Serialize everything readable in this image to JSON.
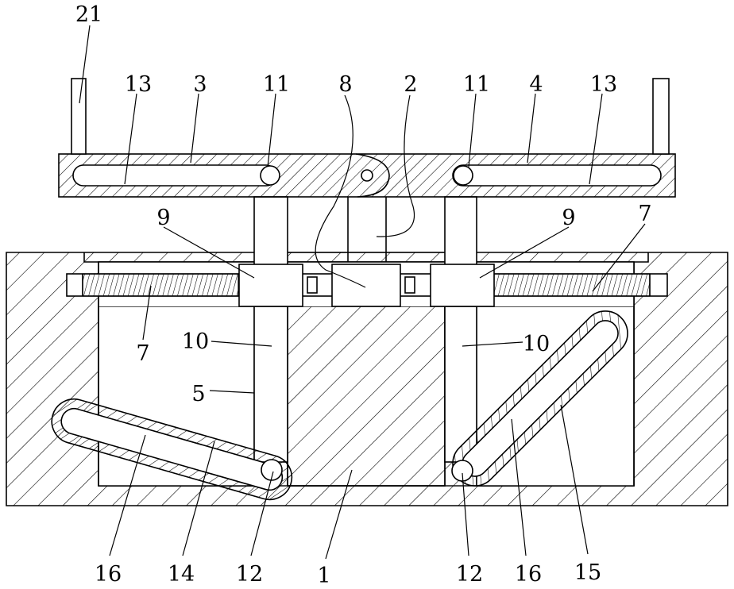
{
  "figure": {
    "type": "mechanical-drawing",
    "style": "line drawing, hatched sections",
    "labels": [
      {
        "id": "l21",
        "text": "21"
      },
      {
        "id": "l13a",
        "text": "13"
      },
      {
        "id": "l3",
        "text": "3"
      },
      {
        "id": "l11a",
        "text": "11"
      },
      {
        "id": "l8",
        "text": "8"
      },
      {
        "id": "l2",
        "text": "2"
      },
      {
        "id": "l11b",
        "text": "11"
      },
      {
        "id": "l4",
        "text": "4"
      },
      {
        "id": "l13b",
        "text": "13"
      },
      {
        "id": "l9a",
        "text": "9"
      },
      {
        "id": "l9b",
        "text": "9"
      },
      {
        "id": "l7a",
        "text": "7"
      },
      {
        "id": "l7b",
        "text": "7"
      },
      {
        "id": "l10a",
        "text": "10"
      },
      {
        "id": "l10b",
        "text": "10"
      },
      {
        "id": "l5",
        "text": "5"
      },
      {
        "id": "l16a",
        "text": "16"
      },
      {
        "id": "l14",
        "text": "14"
      },
      {
        "id": "l12a",
        "text": "12"
      },
      {
        "id": "l1",
        "text": "1"
      },
      {
        "id": "l12b",
        "text": "12"
      },
      {
        "id": "l16b",
        "text": "16"
      },
      {
        "id": "l15",
        "text": "15"
      }
    ]
  }
}
